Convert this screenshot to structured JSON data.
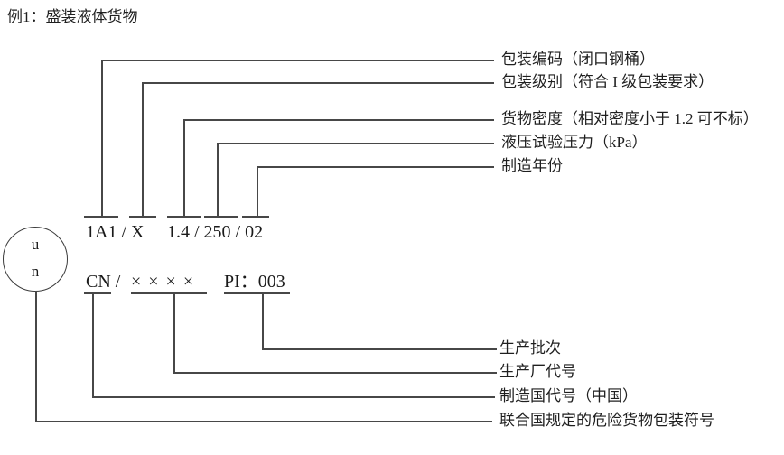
{
  "title": "例1：盛装液体货物",
  "un_symbol": {
    "top_letter": "u",
    "bottom_letter": "n"
  },
  "marking_line1": {
    "segment1": "1A1 / X",
    "segment2": "1.4 / 250 / 02"
  },
  "marking_line2": {
    "country": "CN /",
    "factory": "××××",
    "batch": "PI：003"
  },
  "top_labels": [
    "包装编码（闭口钢桶）",
    "包装级别（符合 I 级包装要求）",
    "货物密度（相对密度小于 1.2 可不标）",
    "液压试验压力（kPa）",
    "制造年份"
  ],
  "bottom_labels": [
    "生产批次",
    "生产厂代号",
    "制造国代号（中国）",
    "联合国规定的危险货物包装符号"
  ],
  "colors": {
    "line": "#474747",
    "text": "#1f1f1f",
    "background": "#ffffff"
  }
}
